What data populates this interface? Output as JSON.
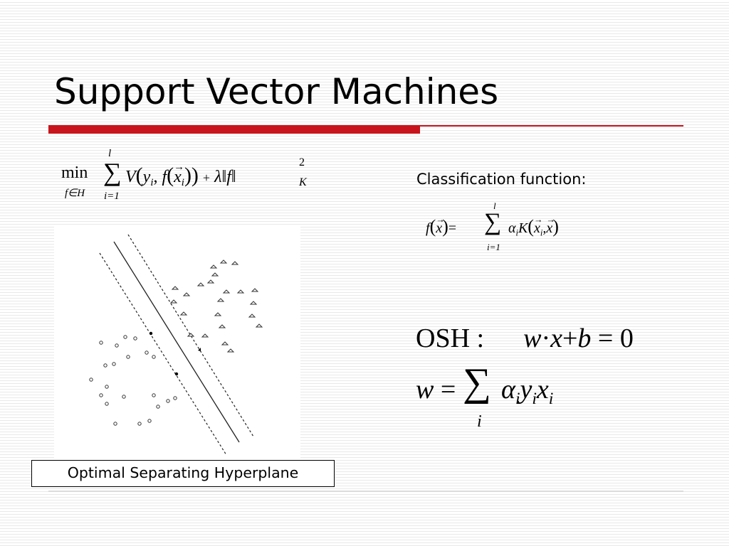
{
  "title": "Support Vector Machines",
  "objective": {
    "min": "min",
    "min_sub": "f∈H",
    "sum_upper": "l",
    "sum_lower": "i=1",
    "V": "V",
    "y": "y",
    "i": "i",
    "comma": ",",
    "f": "f",
    "x": "x",
    "plus": "+",
    "lambda": "λ",
    "norm": "‖",
    "sq": "2",
    "K": "K"
  },
  "classification": {
    "label": "Classification function:",
    "f": "f",
    "x": "x",
    "equals": "=",
    "sum_upper": "l",
    "sum_lower": "i=1",
    "alpha": "α",
    "i": "i",
    "K": "K",
    "comma": ","
  },
  "osh": {
    "label": "OSH :",
    "w": "w",
    "dot": "·",
    "x": "x",
    "plus": "+",
    "b": "b",
    "equals": "=",
    "zero": "0"
  },
  "weights": {
    "w": "w",
    "equals": "=",
    "sum_lower": "i",
    "alpha": "α",
    "y": "y",
    "x": "x",
    "i": "i"
  },
  "figure_caption": "Optimal Separating Hyperplane",
  "colors": {
    "accent_red": "#c8141c"
  }
}
